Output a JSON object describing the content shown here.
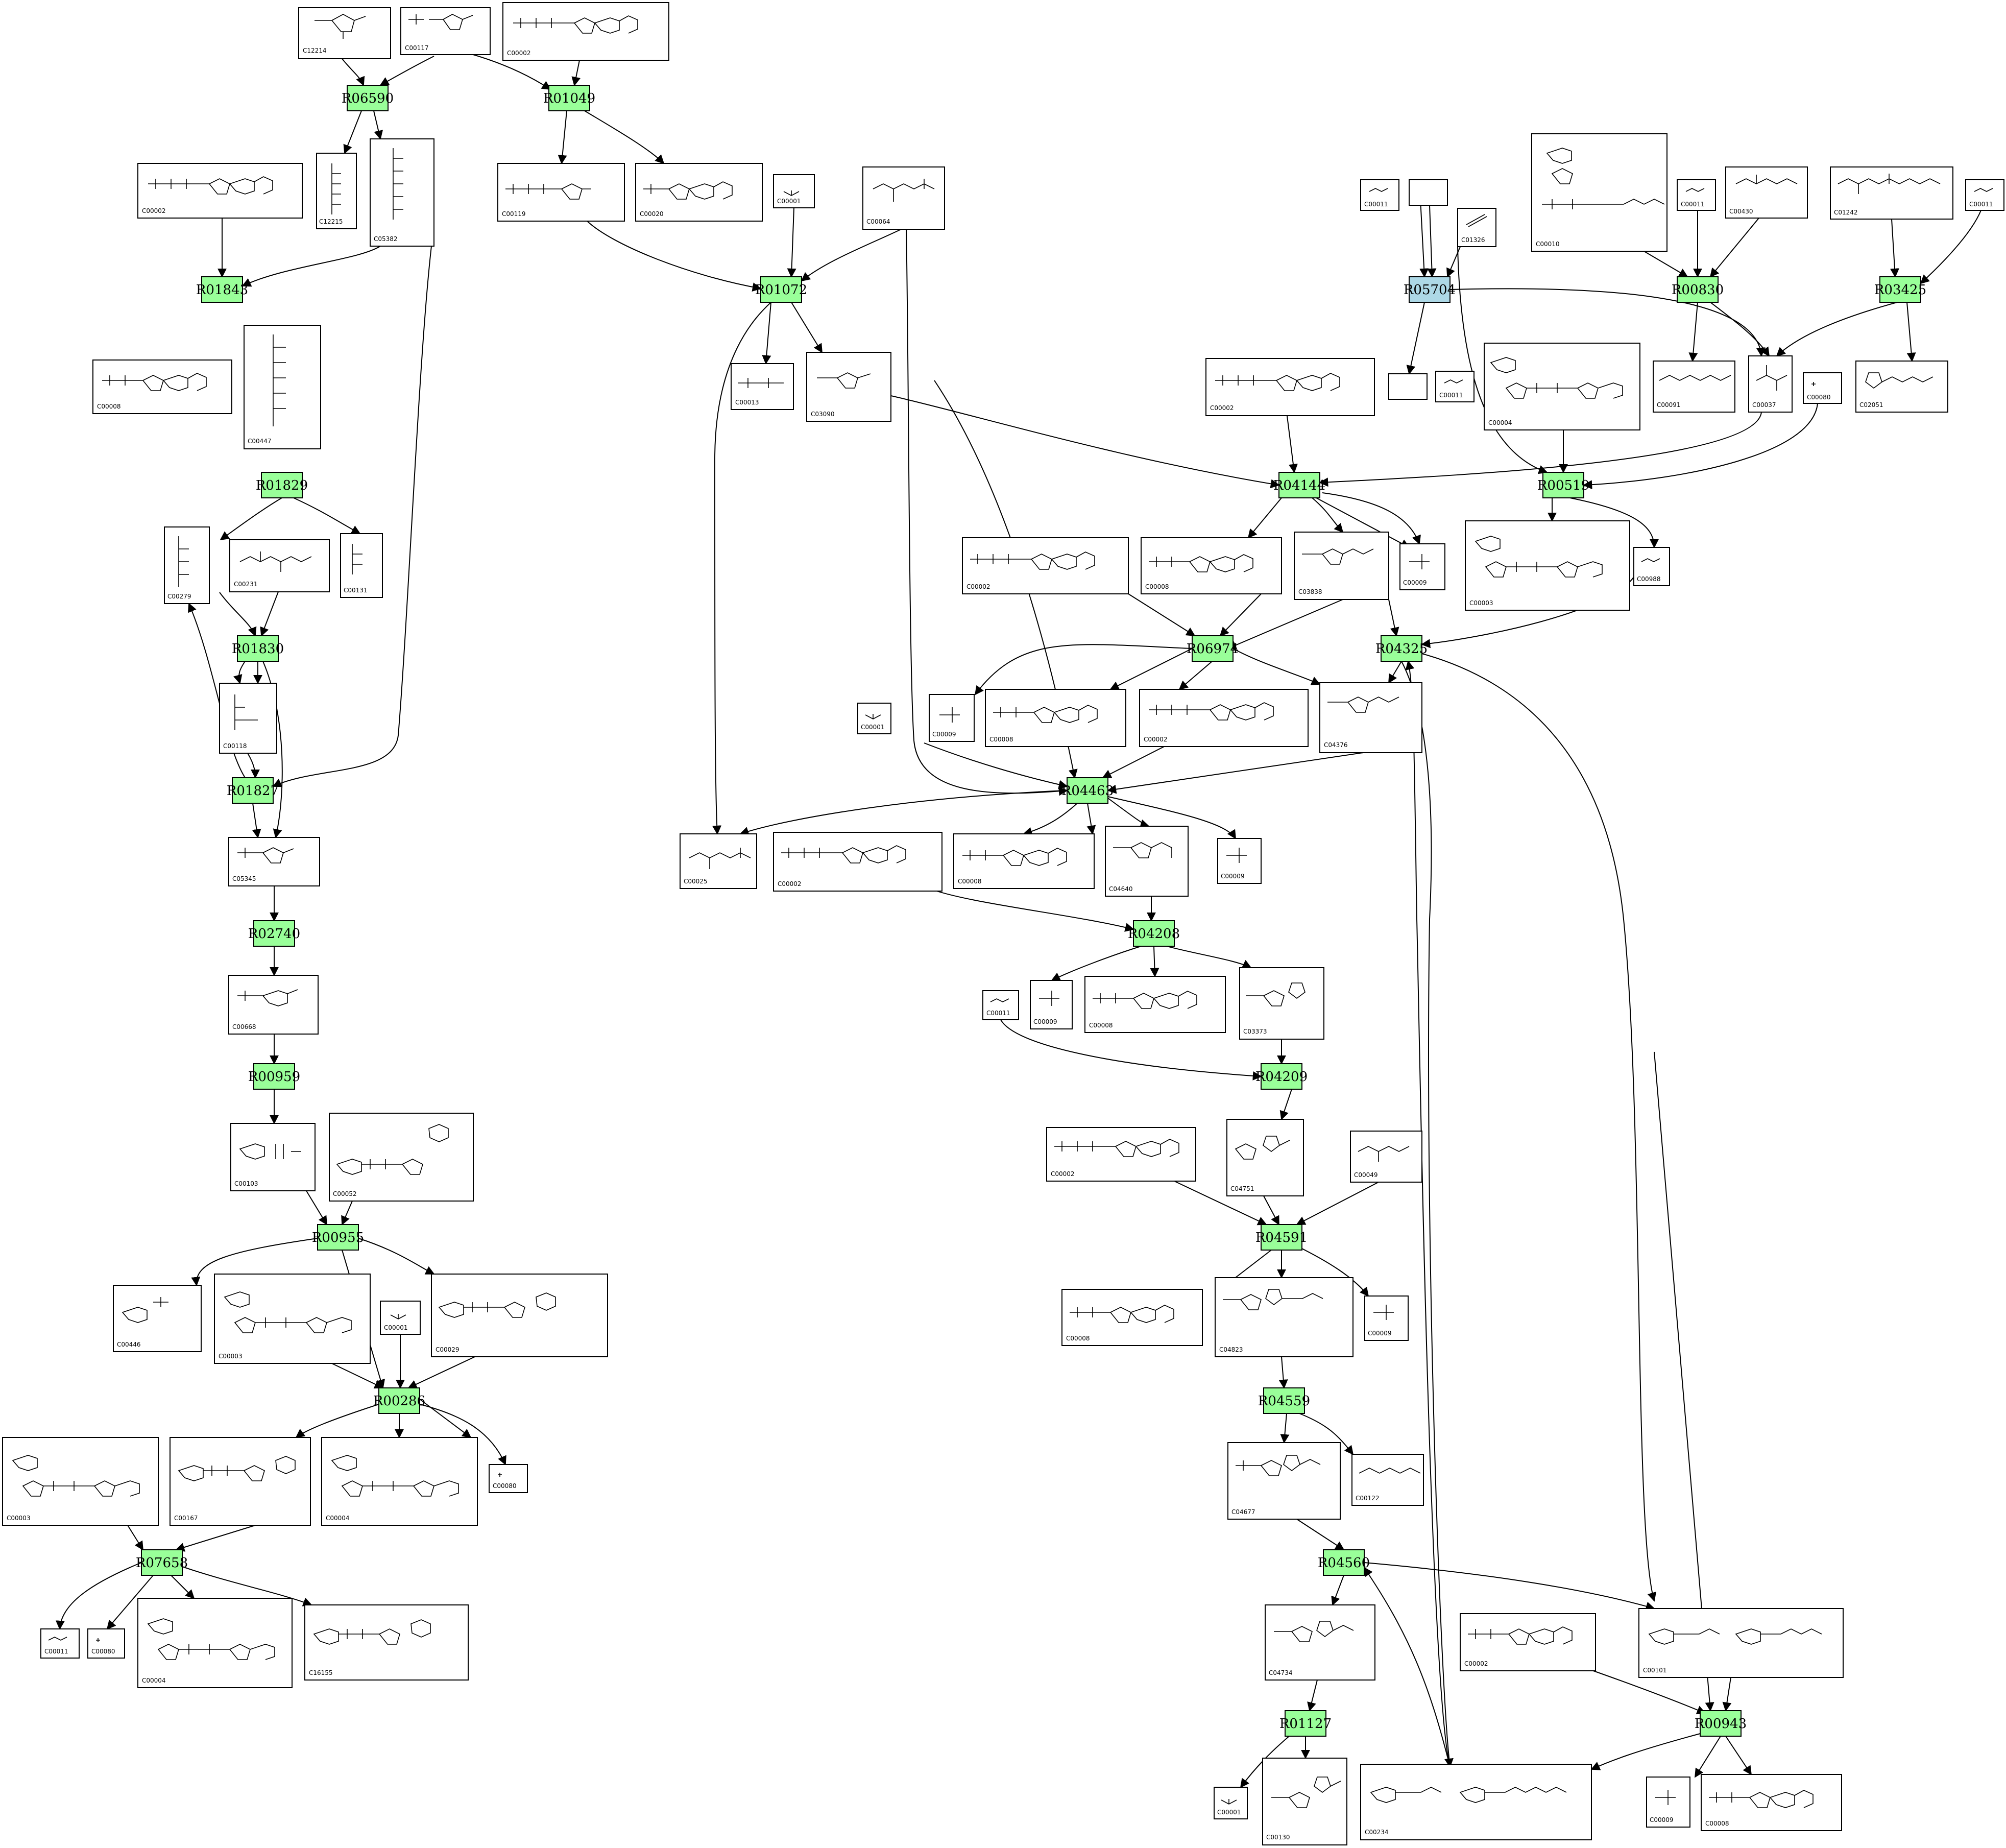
{
  "colors": {
    "reaction_fill": "#99ff99",
    "highlight_reaction_fill": "#add8e6",
    "edge": "#000000",
    "box_stroke": "#000000"
  },
  "reactions": [
    {
      "id": "R06590",
      "label": "R06590"
    },
    {
      "id": "R01049",
      "label": "R01049"
    },
    {
      "id": "R01843",
      "label": "R01843"
    },
    {
      "id": "R01072",
      "label": "R01072"
    },
    {
      "id": "R05704",
      "label": "R05704",
      "highlight": true
    },
    {
      "id": "R00830",
      "label": "R00830"
    },
    {
      "id": "R03425",
      "label": "R03425"
    },
    {
      "id": "R01829",
      "label": "R01829"
    },
    {
      "id": "R04144",
      "label": "R04144"
    },
    {
      "id": "R00519",
      "label": "R00519"
    },
    {
      "id": "R01830",
      "label": "R01830"
    },
    {
      "id": "R06974",
      "label": "R06974"
    },
    {
      "id": "R04325",
      "label": "R04325"
    },
    {
      "id": "R01827",
      "label": "R01827"
    },
    {
      "id": "R04463",
      "label": "R04463"
    },
    {
      "id": "R02740",
      "label": "R02740"
    },
    {
      "id": "R04208",
      "label": "R04208"
    },
    {
      "id": "R00959",
      "label": "R00959"
    },
    {
      "id": "R04209",
      "label": "R04209"
    },
    {
      "id": "R00955",
      "label": "R00955"
    },
    {
      "id": "R04591",
      "label": "R04591"
    },
    {
      "id": "R00286",
      "label": "R00286"
    },
    {
      "id": "R04559",
      "label": "R04559"
    },
    {
      "id": "R07658",
      "label": "R07658"
    },
    {
      "id": "R04560",
      "label": "R04560"
    },
    {
      "id": "R00943",
      "label": "R00943"
    },
    {
      "id": "R01127",
      "label": "R01127"
    }
  ],
  "compounds": [
    {
      "id": "n01",
      "label": "C12214"
    },
    {
      "id": "n02",
      "label": "C00117"
    },
    {
      "id": "n03",
      "label": "C00002"
    },
    {
      "id": "n04",
      "label": "C12215"
    },
    {
      "id": "n05",
      "label": "C05382"
    },
    {
      "id": "n06",
      "label": "C00002"
    },
    {
      "id": "n07",
      "label": "C00119"
    },
    {
      "id": "n08",
      "label": "C00020"
    },
    {
      "id": "n09",
      "label": "C00001"
    },
    {
      "id": "n10",
      "label": "C00064"
    },
    {
      "id": "n11",
      "label": "C00011"
    },
    {
      "id": "n12",
      "label": ""
    },
    {
      "id": "n13",
      "label": "C01326"
    },
    {
      "id": "n14",
      "label": "C00010"
    },
    {
      "id": "n15",
      "label": "C00011"
    },
    {
      "id": "n16",
      "label": "C00430"
    },
    {
      "id": "n17",
      "label": "C01242"
    },
    {
      "id": "n18",
      "label": "C00011"
    },
    {
      "id": "n19",
      "label": "C00008"
    },
    {
      "id": "n20",
      "label": "C00447"
    },
    {
      "id": "n21",
      "label": "C00013"
    },
    {
      "id": "n22",
      "label": "C03090"
    },
    {
      "id": "n23",
      "label": "C00002"
    },
    {
      "id": "n24",
      "label": ""
    },
    {
      "id": "n25",
      "label": "C00011"
    },
    {
      "id": "n26",
      "label": "C00004"
    },
    {
      "id": "n27",
      "label": "C00091"
    },
    {
      "id": "n28",
      "label": "C00037"
    },
    {
      "id": "n29",
      "label": "C00080"
    },
    {
      "id": "n30",
      "label": "C02051"
    },
    {
      "id": "n31",
      "label": "C00279"
    },
    {
      "id": "n32",
      "label": "C00231"
    },
    {
      "id": "n33",
      "label": "C00131"
    },
    {
      "id": "n34",
      "label": "C00002"
    },
    {
      "id": "n35",
      "label": "C00008"
    },
    {
      "id": "n36",
      "label": "C03838"
    },
    {
      "id": "n37",
      "label": "C00009"
    },
    {
      "id": "n38",
      "label": "C00003"
    },
    {
      "id": "n39",
      "label": "C00988"
    },
    {
      "id": "n40",
      "label": "C00118"
    },
    {
      "id": "n41",
      "label": "C00009"
    },
    {
      "id": "n42",
      "label": "C00008"
    },
    {
      "id": "n43",
      "label": "C00002"
    },
    {
      "id": "n44",
      "label": "C04376"
    },
    {
      "id": "n45",
      "label": "C00001"
    },
    {
      "id": "n46",
      "label": "C05345"
    },
    {
      "id": "n47",
      "label": "C00025"
    },
    {
      "id": "n48",
      "label": "C00002"
    },
    {
      "id": "n49",
      "label": "C00008"
    },
    {
      "id": "n50",
      "label": "C04640"
    },
    {
      "id": "n51",
      "label": "C00009"
    },
    {
      "id": "n52",
      "label": "C00668"
    },
    {
      "id": "n53",
      "label": "C00011"
    },
    {
      "id": "n54",
      "label": "C00009"
    },
    {
      "id": "n55",
      "label": "C00008"
    },
    {
      "id": "n56",
      "label": "C03373"
    },
    {
      "id": "n57",
      "label": "C00103"
    },
    {
      "id": "n58",
      "label": "C00052"
    },
    {
      "id": "n59",
      "label": "C00002"
    },
    {
      "id": "n60",
      "label": "C04751"
    },
    {
      "id": "n61",
      "label": "C00049"
    },
    {
      "id": "n62",
      "label": "C00446"
    },
    {
      "id": "n63",
      "label": "C00003"
    },
    {
      "id": "n64",
      "label": "C00001"
    },
    {
      "id": "n65",
      "label": "C00029"
    },
    {
      "id": "n66",
      "label": "C00008"
    },
    {
      "id": "n67",
      "label": "C04823"
    },
    {
      "id": "n68",
      "label": "C00009"
    },
    {
      "id": "n69",
      "label": "C00003"
    },
    {
      "id": "n70",
      "label": "C00167"
    },
    {
      "id": "n71",
      "label": "C00004"
    },
    {
      "id": "n72",
      "label": "C00080"
    },
    {
      "id": "n73",
      "label": "C04677"
    },
    {
      "id": "n74",
      "label": "C00122"
    },
    {
      "id": "n75",
      "label": "C00011"
    },
    {
      "id": "n76",
      "label": "C00080"
    },
    {
      "id": "n77",
      "label": "C00004"
    },
    {
      "id": "n78",
      "label": "C16155"
    },
    {
      "id": "n79",
      "label": "C04734"
    },
    {
      "id": "n80",
      "label": "C00002"
    },
    {
      "id": "n81",
      "label": "C00101"
    },
    {
      "id": "n82",
      "label": "C00001"
    },
    {
      "id": "n83",
      "label": "C00130"
    },
    {
      "id": "n84",
      "label": "C00234"
    },
    {
      "id": "n85",
      "label": "C00009"
    },
    {
      "id": "n86",
      "label": "C00008"
    }
  ]
}
